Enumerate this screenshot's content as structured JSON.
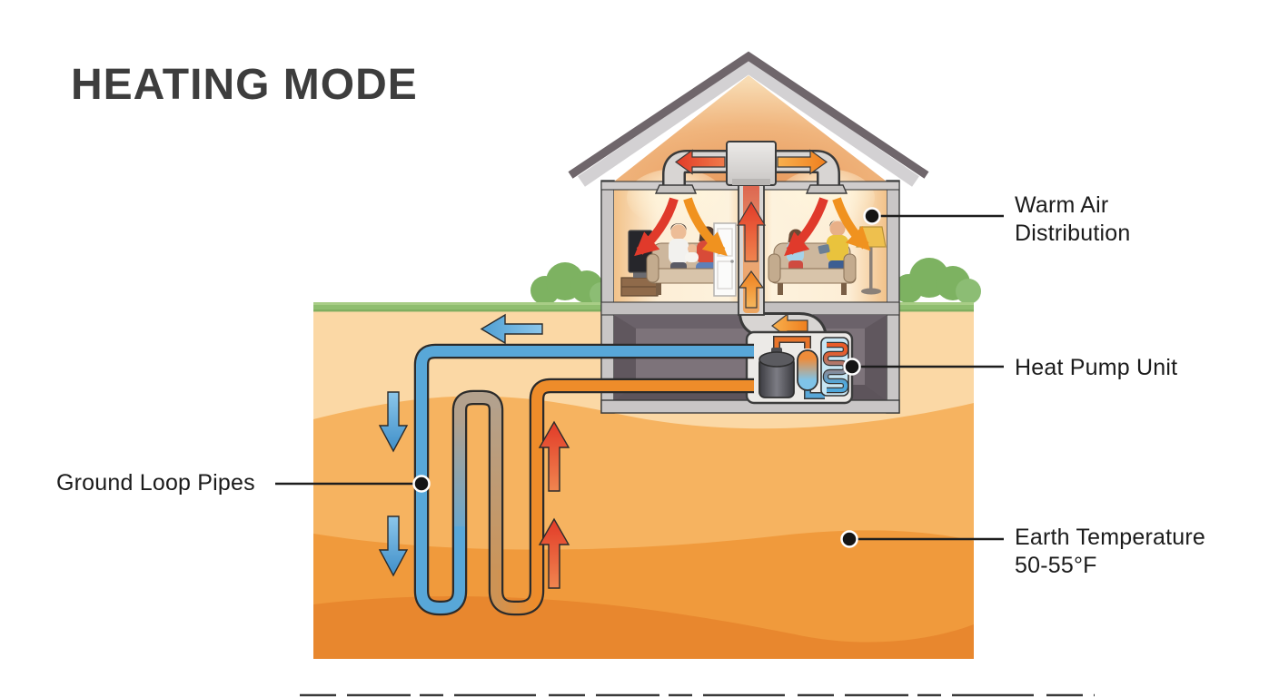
{
  "title": "HEATING MODE",
  "callouts": {
    "warm_air": {
      "line1": "Warm Air",
      "line2": "Distribution"
    },
    "heat_pump": {
      "label": "Heat Pump Unit"
    },
    "earth_temperature": {
      "line1": "Earth Temperature",
      "line2": "50-55°F"
    },
    "ground_loop": {
      "label": "Ground Loop Pipes"
    }
  },
  "colors": {
    "title_text": "#3d3d3d",
    "label_text": "#1b1b1b",
    "callout_line": "#1d1d1d",
    "grass": "#8fbe6f",
    "bush": "#7db261",
    "earth_1": "#fbd8a5",
    "earth_2": "#f6b360",
    "earth_3": "#f09a3c",
    "earth_4": "#e8872e",
    "roof_dark": "#6f666b",
    "wall_gray": "#c9c6c6",
    "duct_gray": "#d8d5d3",
    "basement": "#6b626a",
    "pipe_blue": "#58a7d8",
    "pipe_tan": "#b3a18d",
    "pipe_orange": "#ee8c2a",
    "arrow_red": "#e03a2b",
    "arrow_orange": "#f0921f",
    "arrow_blue": "#4f9fd3",
    "sofa": "#cdb79d"
  }
}
